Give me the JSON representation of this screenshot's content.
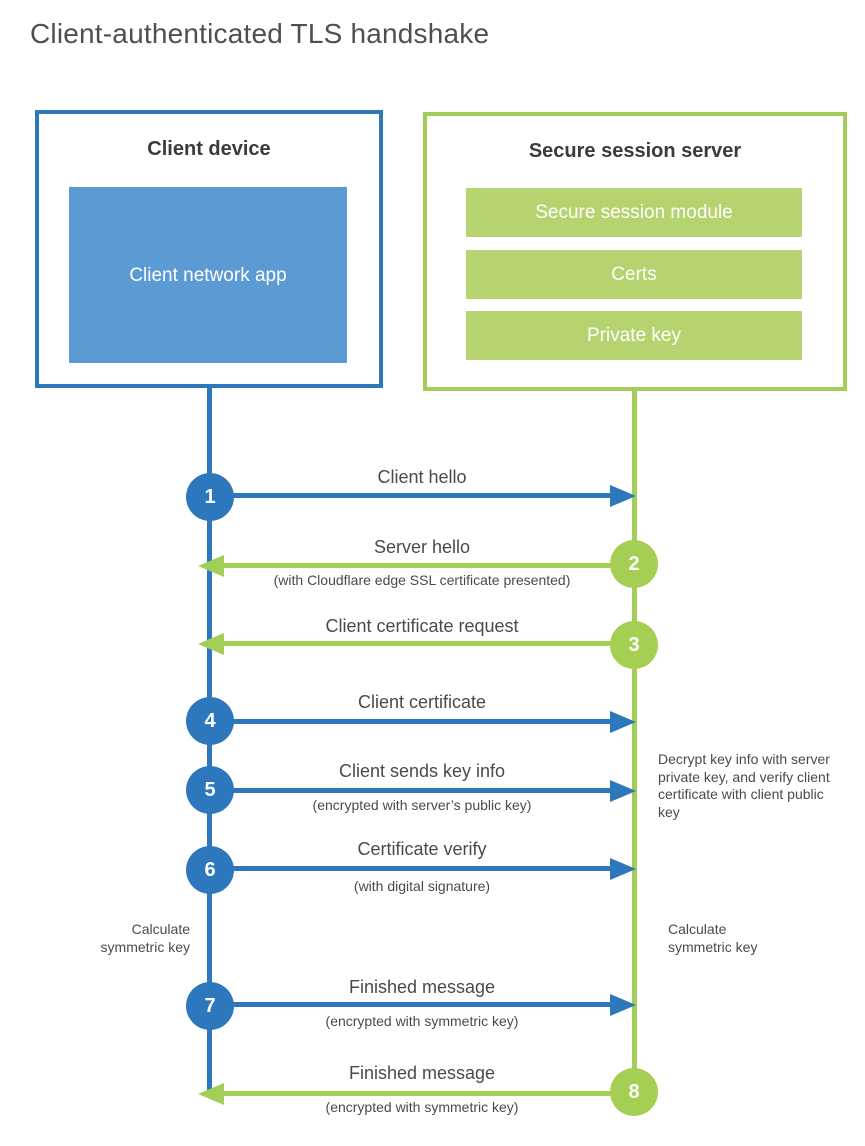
{
  "title": "Client-authenticated TLS handshake",
  "colors": {
    "blue": "#2d77bd",
    "blue_fill": "#5b9ad2",
    "green": "#a2ce58",
    "green_circle": "#a4cf52",
    "green_fill": "#b5d36e",
    "text_dark": "#3b3b3b",
    "text_body": "#4a4a4a",
    "text_title": "#4f4f4f"
  },
  "client_box": {
    "title": "Client device",
    "app_label": "Client network app"
  },
  "server_box": {
    "title": "Secure session server",
    "modules": [
      "Secure session module",
      "Certs",
      "Private key"
    ]
  },
  "steps": [
    {
      "number": "1",
      "from": "client",
      "direction": "right",
      "label": "Client hello",
      "sublabel": ""
    },
    {
      "number": "2",
      "from": "server",
      "direction": "left",
      "label": "Server hello",
      "sublabel": "(with Cloudflare edge SSL certificate presented)"
    },
    {
      "number": "3",
      "from": "server",
      "direction": "left",
      "label": "Client certificate request",
      "sublabel": ""
    },
    {
      "number": "4",
      "from": "client",
      "direction": "right",
      "label": "Client certificate",
      "sublabel": ""
    },
    {
      "number": "5",
      "from": "client",
      "direction": "right",
      "label": "Client sends key info",
      "sublabel": "(encrypted with server’s public key)"
    },
    {
      "number": "6",
      "from": "client",
      "direction": "right",
      "label": "Certificate verify",
      "sublabel": "(with digital signature)"
    },
    {
      "number": "7",
      "from": "client",
      "direction": "right",
      "label": "Finished message",
      "sublabel": "(encrypted with symmetric key)"
    },
    {
      "number": "8",
      "from": "server",
      "direction": "left",
      "label": "Finished message",
      "sublabel": "(encrypted with symmetric key)"
    }
  ],
  "annotations": {
    "decrypt_note": "Decrypt key info with server private key, and verify client certificate with client public key",
    "calc_left": "Calculate\nsymmetric key",
    "calc_right": "Calculate\nsymmetric key"
  }
}
